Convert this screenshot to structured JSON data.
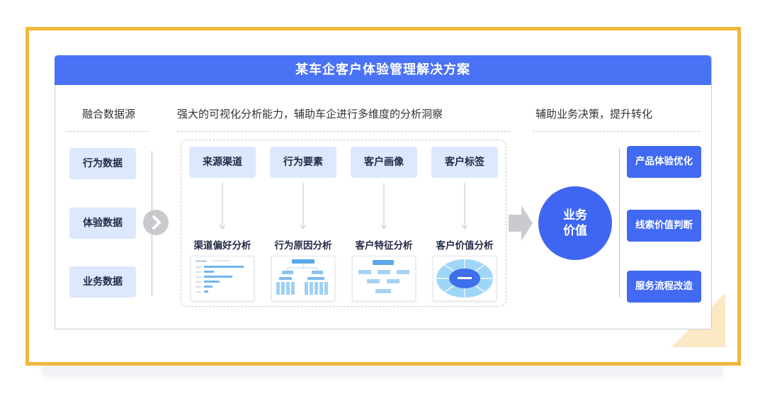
{
  "title": "某车企客户体验管理解决方案",
  "sections": {
    "sources_title": "融合数据源",
    "analysis_title": "强大的可视化分析能力，辅助车企进行多维度的分析洞察",
    "decision_title": "辅助业务决策，提升转化"
  },
  "sources": [
    "行为数据",
    "体验数据",
    "业务数据"
  ],
  "categories": [
    "来源渠道",
    "行为要素",
    "客户画像",
    "客户标签"
  ],
  "analyses": [
    "渠道偏好分析",
    "行为原因分析",
    "客户特征分析",
    "客户价值分析"
  ],
  "value_center": {
    "line1": "业务",
    "line2": "价值"
  },
  "outputs": [
    "产品体验优化",
    "线索价值判断",
    "服务流程改造"
  ],
  "colors": {
    "frame": "#f0b63c",
    "primary": "#4a72f5",
    "light_box": "#dce8fd",
    "output_box": "#4169f1"
  }
}
